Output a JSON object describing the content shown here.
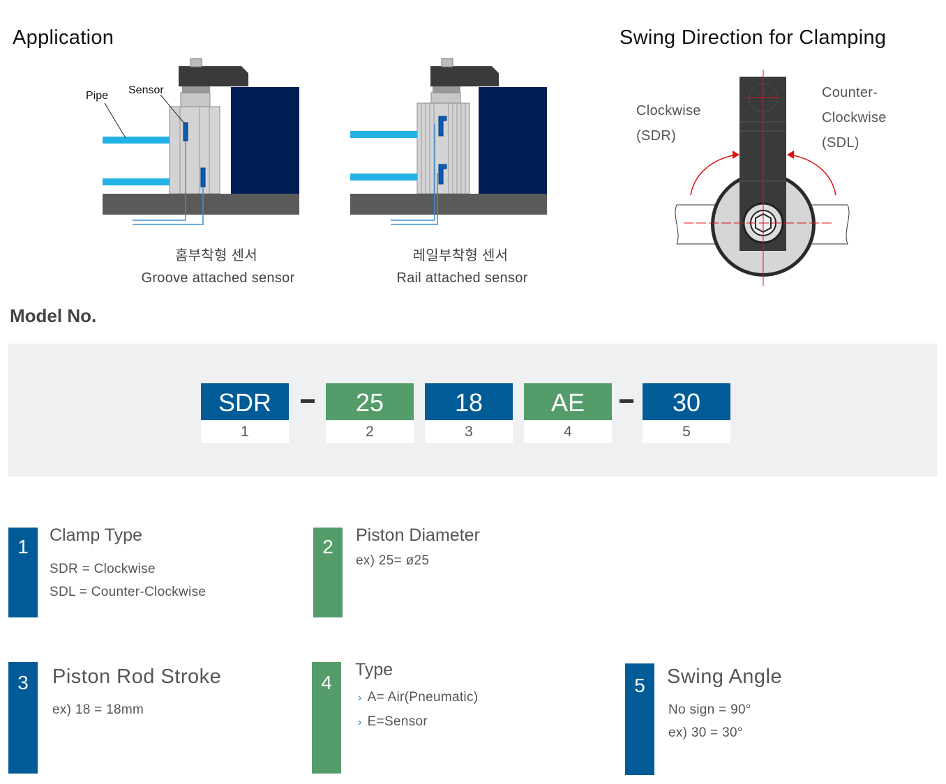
{
  "application": {
    "title": "Application",
    "labels": {
      "pipe": "Pipe",
      "sensor": "Sensor"
    },
    "groove": {
      "korean": "홈부착형 센서",
      "english": "Groove attached sensor"
    },
    "rail": {
      "korean": "레일부착형 센서",
      "english": "Rail attached sensor"
    }
  },
  "swing": {
    "title": "Swing Direction for Clamping",
    "clockwise": {
      "line1": "Clockwise",
      "line2": "(SDR)"
    },
    "counter": {
      "line1": "Counter-",
      "line2": "Clockwise",
      "line3": "(SDL)"
    }
  },
  "model": {
    "title": "Model No.",
    "segments": [
      {
        "code": "SDR",
        "index": "1",
        "color": "#005b96"
      },
      {
        "code": "25",
        "index": "2",
        "color": "#559c6b"
      },
      {
        "code": "18",
        "index": "3",
        "color": "#005b96"
      },
      {
        "code": "AE",
        "index": "4",
        "color": "#559c6b"
      },
      {
        "code": "30",
        "index": "5",
        "color": "#005b96"
      }
    ]
  },
  "definitions": [
    {
      "number": "1",
      "title": "Clamp Type",
      "lines": [
        "SDR = Clockwise",
        "SDL = Counter-Clockwise"
      ]
    },
    {
      "number": "2",
      "title": "Piston Diameter",
      "lines": [
        "ex) 25= ø25"
      ]
    },
    {
      "number": "3",
      "title": "Piston Rod Stroke",
      "lines": [
        "ex) 18 = 18mm"
      ]
    },
    {
      "number": "4",
      "title": "Type",
      "lines": [
        "A= Air(Pneumatic)",
        "E=Sensor"
      ],
      "bullet": "›"
    },
    {
      "number": "5",
      "title": "Swing Angle",
      "lines": [
        "No sign = 90°",
        "ex) 30 = 30°"
      ]
    }
  ],
  "colors": {
    "blue": "#005b96",
    "green": "#559c6b",
    "navy": "#001f56",
    "pipe": "#23b2e6",
    "base": "#5a5a5a"
  }
}
